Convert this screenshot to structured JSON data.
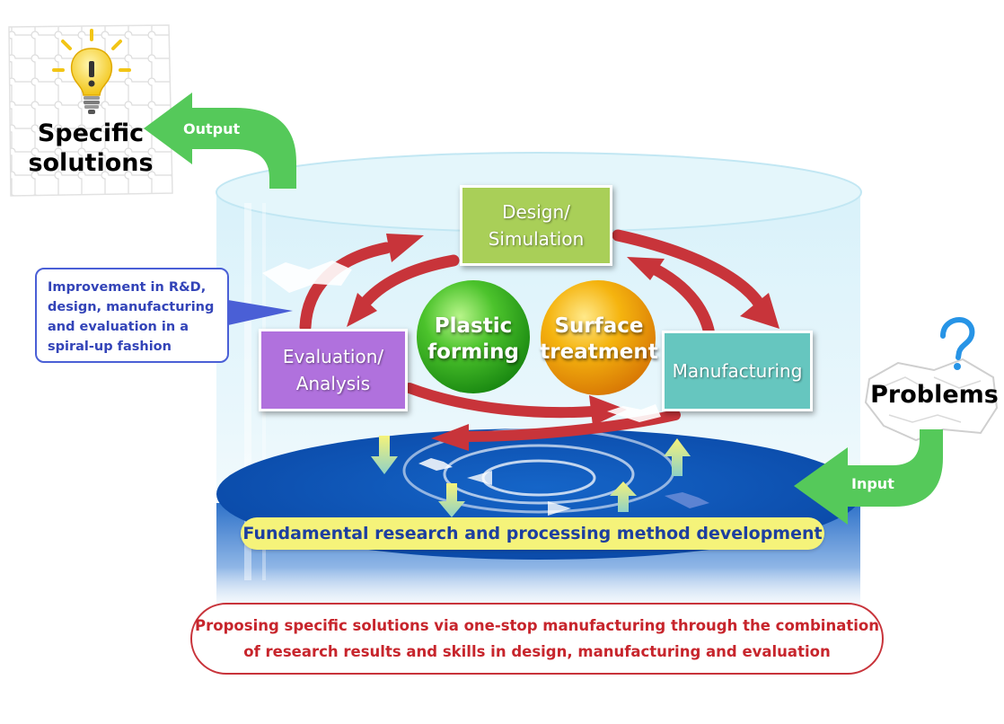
{
  "left_panel": {
    "title_line1": "Specific",
    "title_line2": "solutions"
  },
  "right_panel": {
    "title": "Problems"
  },
  "arrows": {
    "output_label": "Output",
    "input_label": "Input"
  },
  "callout": {
    "line1": "Improvement in R&D,",
    "line2": "design, manufacturing",
    "line3": "and evaluation in a",
    "line4": "spiral-up fashion"
  },
  "cycle": {
    "design_line1": "Design/",
    "design_line2": "Simulation",
    "evaluation_line1": "Evaluation/",
    "evaluation_line2": "Analysis",
    "manufacturing": "Manufacturing"
  },
  "spheres": {
    "plastic_line1": "Plastic",
    "plastic_line2": "forming",
    "surface_line1": "Surface",
    "surface_line2": "treatment"
  },
  "foundation": {
    "label": "Fundamental research and processing method development"
  },
  "summary": {
    "line1": "Proposing specific solutions via one-stop manufacturing through the combination",
    "line2": "of research results and skills in design, manufacturing and evaluation"
  },
  "icons": [
    "lightbulb-icon",
    "question-mark-icon",
    "puzzle-pieces-icon"
  ],
  "colors": {
    "design_box": "#a9cf58",
    "evaluation_box": "#b071dd",
    "manufacturing_box": "#66c6bf",
    "plastic_sphere": "#4cc32c",
    "surface_sphere": "#f5b40f",
    "cycle_arrow": "#c8343a",
    "io_arrow": "#55c95a",
    "foundation_bar": "#f5f37a",
    "water": "#0c54b7"
  }
}
